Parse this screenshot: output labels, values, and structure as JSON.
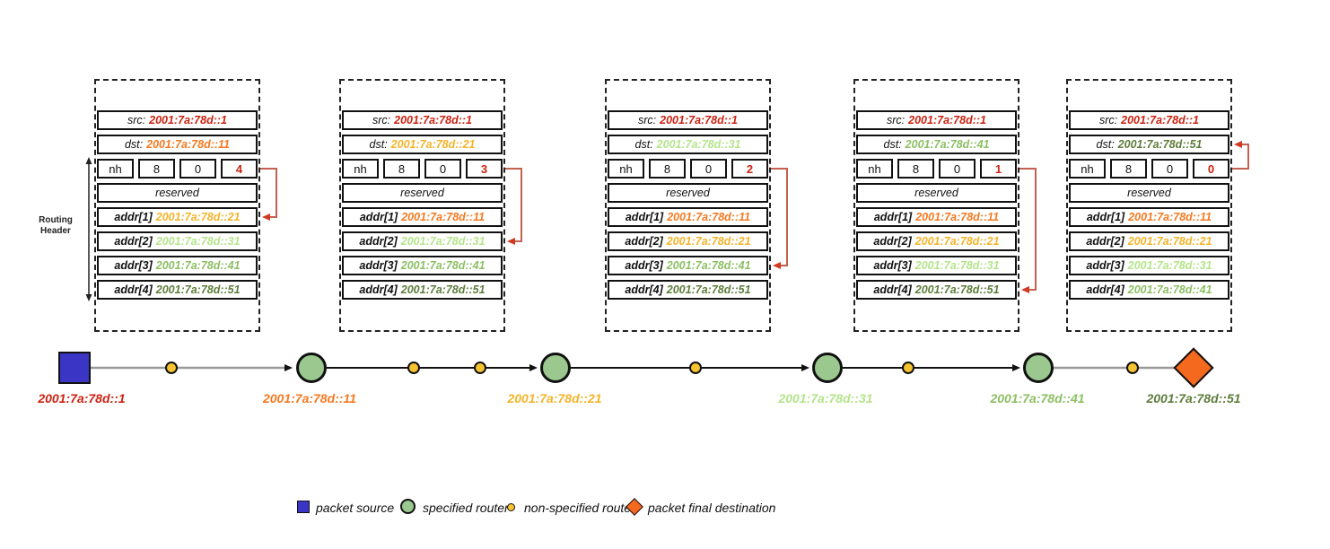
{
  "palette": {
    "src_red": "#cc2211",
    "segments_red": "#cc2211",
    "orange": "#f57920",
    "amber": "#f5b329",
    "light_green": "#b4e48a",
    "mid_green": "#8cbf63",
    "dark_green": "#5d7d3b",
    "pointer_red": "#c4604f",
    "node_blue": "#3a35c4",
    "node_green": "#9ac88e",
    "node_yellow": "#f7c331",
    "node_orange": "#f4691e"
  },
  "routing_header_label": {
    "line1": "Routing",
    "line2": "Header"
  },
  "boxes": [
    {
      "src_label": "src:",
      "src_value": "2001:7a:78d::1",
      "dst_label": "dst:",
      "dst_value": "2001:7a:78d::11",
      "dst_color": "#f57920",
      "next_header": "nh",
      "hdr_ext_len": "8",
      "routing_type": "0",
      "segments_left": "4",
      "reserved_label": "reserved",
      "addr_rows": [
        {
          "label": "addr[1]",
          "value": "2001:7a:78d::21",
          "color": "#f5b329"
        },
        {
          "label": "addr[2]",
          "value": "2001:7a:78d::31",
          "color": "#b4e48a"
        },
        {
          "label": "addr[3]",
          "value": "2001:7a:78d::41",
          "color": "#8cbf63"
        },
        {
          "label": "addr[4]",
          "value": "2001:7a:78d::51",
          "color": "#5d7d3b"
        }
      ]
    },
    {
      "src_label": "src:",
      "src_value": "2001:7a:78d::1",
      "dst_label": "dst:",
      "dst_value": "2001:7a:78d::21",
      "dst_color": "#f5b329",
      "next_header": "nh",
      "hdr_ext_len": "8",
      "routing_type": "0",
      "segments_left": "3",
      "reserved_label": "reserved",
      "addr_rows": [
        {
          "label": "addr[1]",
          "value": "2001:7a:78d::11",
          "color": "#f57920"
        },
        {
          "label": "addr[2]",
          "value": "2001:7a:78d::31",
          "color": "#b4e48a"
        },
        {
          "label": "addr[3]",
          "value": "2001:7a:78d::41",
          "color": "#8cbf63"
        },
        {
          "label": "addr[4]",
          "value": "2001:7a:78d::51",
          "color": "#5d7d3b"
        }
      ]
    },
    {
      "src_label": "src:",
      "src_value": "2001:7a:78d::1",
      "dst_label": "dst:",
      "dst_value": "2001:7a:78d::31",
      "dst_color": "#b4e48a",
      "next_header": "nh",
      "hdr_ext_len": "8",
      "routing_type": "0",
      "segments_left": "2",
      "reserved_label": "reserved",
      "addr_rows": [
        {
          "label": "addr[1]",
          "value": "2001:7a:78d::11",
          "color": "#f57920"
        },
        {
          "label": "addr[2]",
          "value": "2001:7a:78d::21",
          "color": "#f5b329"
        },
        {
          "label": "addr[3]",
          "value": "2001:7a:78d::41",
          "color": "#8cbf63"
        },
        {
          "label": "addr[4]",
          "value": "2001:7a:78d::51",
          "color": "#5d7d3b"
        }
      ]
    },
    {
      "src_label": "src:",
      "src_value": "2001:7a:78d::1",
      "dst_label": "dst:",
      "dst_value": "2001:7a:78d::41",
      "dst_color": "#8cbf63",
      "next_header": "nh",
      "hdr_ext_len": "8",
      "routing_type": "0",
      "segments_left": "1",
      "reserved_label": "reserved",
      "addr_rows": [
        {
          "label": "addr[1]",
          "value": "2001:7a:78d::11",
          "color": "#f57920"
        },
        {
          "label": "addr[2]",
          "value": "2001:7a:78d::21",
          "color": "#f5b329"
        },
        {
          "label": "addr[3]",
          "value": "2001:7a:78d::31",
          "color": "#b4e48a"
        },
        {
          "label": "addr[4]",
          "value": "2001:7a:78d::51",
          "color": "#5d7d3b"
        }
      ]
    },
    {
      "src_label": "src:",
      "src_value": "2001:7a:78d::1",
      "dst_label": "dst:",
      "dst_value": "2001:7a:78d::51",
      "dst_color": "#5d7d3b",
      "next_header": "nh",
      "hdr_ext_len": "8",
      "routing_type": "0",
      "segments_left": "0",
      "reserved_label": "reserved",
      "addr_rows": [
        {
          "label": "addr[1]",
          "value": "2001:7a:78d::11",
          "color": "#f57920"
        },
        {
          "label": "addr[2]",
          "value": "2001:7a:78d::21",
          "color": "#f5b329"
        },
        {
          "label": "addr[3]",
          "value": "2001:7a:78d::31",
          "color": "#b4e48a"
        },
        {
          "label": "addr[4]",
          "value": "2001:7a:78d::41",
          "color": "#8cbf63"
        }
      ]
    }
  ],
  "path": {
    "source": {
      "label": "2001:7a:78d::1",
      "color": "#cc2211"
    },
    "routers": [
      {
        "label": "2001:7a:78d::11",
        "color": "#f57920"
      },
      {
        "label": "2001:7a:78d::21",
        "color": "#f5b329"
      },
      {
        "label": "2001:7a:78d::31",
        "color": "#b4e48a"
      },
      {
        "label": "2001:7a:78d::41",
        "color": "#8cbf63"
      }
    ],
    "destination": {
      "label": "2001:7a:78d::51",
      "color": "#5d7d3b"
    }
  },
  "legend": {
    "items": [
      {
        "label": "packet source"
      },
      {
        "label": "specified router"
      },
      {
        "label": "non-specified router"
      },
      {
        "label": "packet final destination"
      }
    ]
  }
}
